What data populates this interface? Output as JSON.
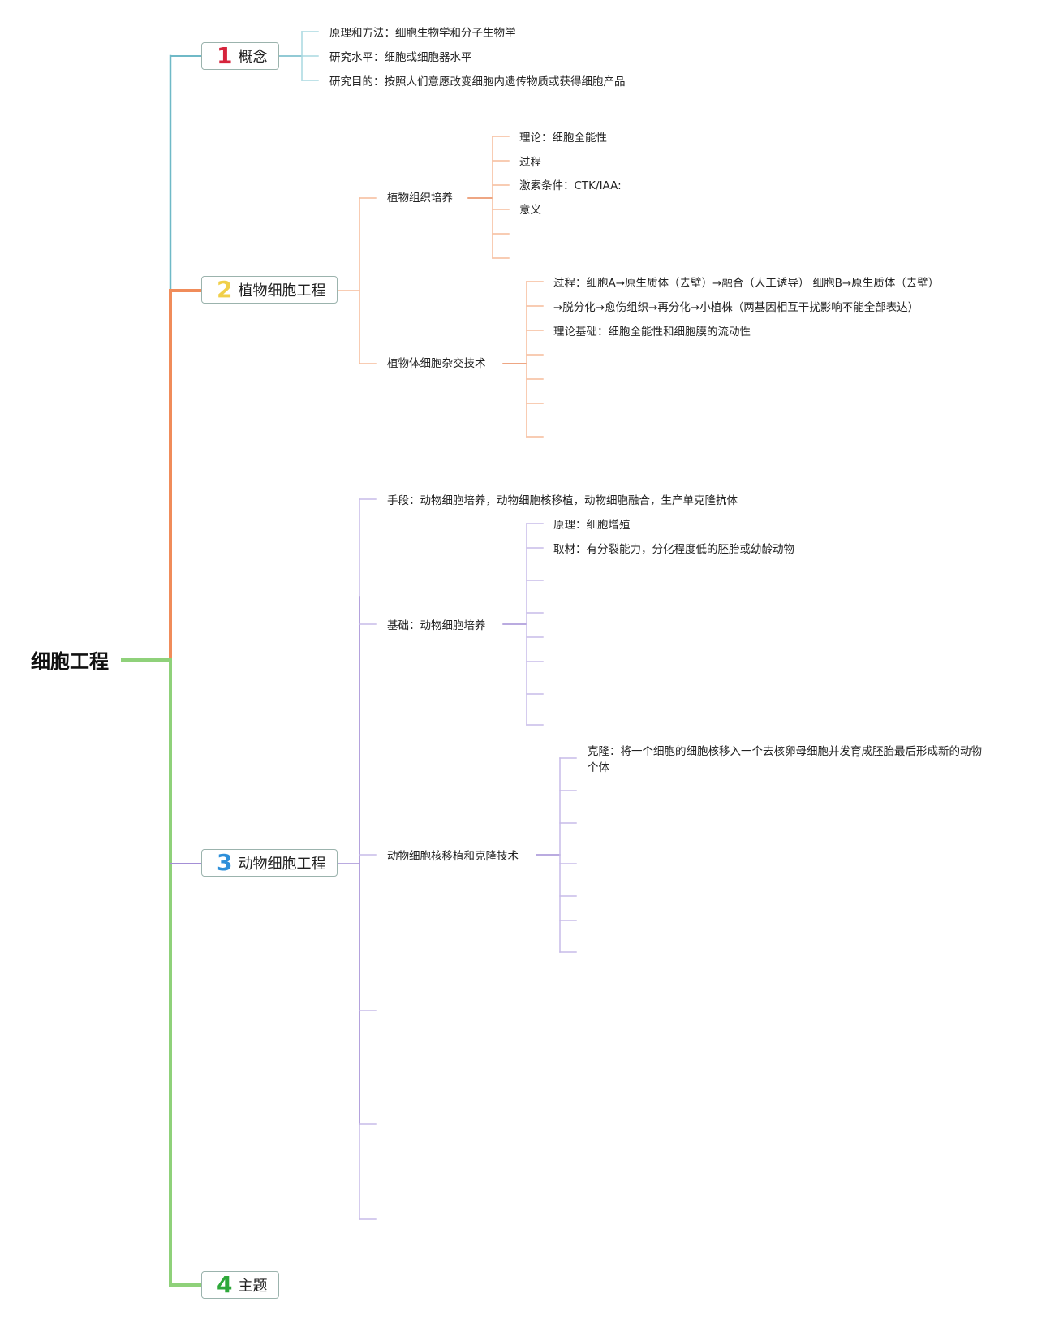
{
  "root": {
    "label": "细胞工程"
  },
  "topics": [
    {
      "num": "1",
      "label": "概念",
      "num_color": "#d6243c",
      "branch_color": "#6fb9c7"
    },
    {
      "num": "2",
      "label": "植物细胞工程",
      "num_color": "#f0cf4a",
      "branch_color": "#f08c5a"
    },
    {
      "num": "3",
      "label": "动物细胞工程",
      "num_color": "#2e8fd9",
      "branch_color": "#a48fd6"
    },
    {
      "num": "4",
      "label": "主题",
      "num_color": "#2ea83a",
      "branch_color": "#8fd17a"
    }
  ],
  "concept": {
    "items": [
      "原理和方法：细胞生物学和分子生物学",
      "研究水平：细胞或细胞器水平",
      "研究目的：按照人们意愿改变细胞内遗传物质或获得细胞产品"
    ]
  },
  "plant": {
    "tissue_culture": {
      "label": "植物组织培养",
      "items": [
        "理论：细胞全能性",
        "过程",
        "激素条件：CTK/IAA:",
        "意义"
      ]
    },
    "hybridization": {
      "label": "植物体细胞杂交技术",
      "items": [
        "过程：细胞A→原生质体（去壁）→融合（人工诱导） 细胞B→原生质体（去壁）",
        "→脱分化→愈伤组织→再分化→小植株（两基因相互干扰影响不能全部表达）",
        "理论基础：细胞全能性和细胞膜的流动性"
      ]
    }
  },
  "animal": {
    "means": "手段：动物细胞培养，动物细胞核移植，动物细胞融合，生产单克隆抗体",
    "culture": {
      "label": "基础：动物细胞培养",
      "items": [
        "原理：细胞增殖",
        "取材：有分裂能力，分化程度低的胚胎或幼龄动物"
      ]
    },
    "transfer": {
      "label": "动物细胞核移植和克隆技术",
      "items": [
        "克隆：将一个细胞的细胞核移入一个去核卵母细胞并发育成胚胎最后形成新的动物个体"
      ]
    }
  }
}
